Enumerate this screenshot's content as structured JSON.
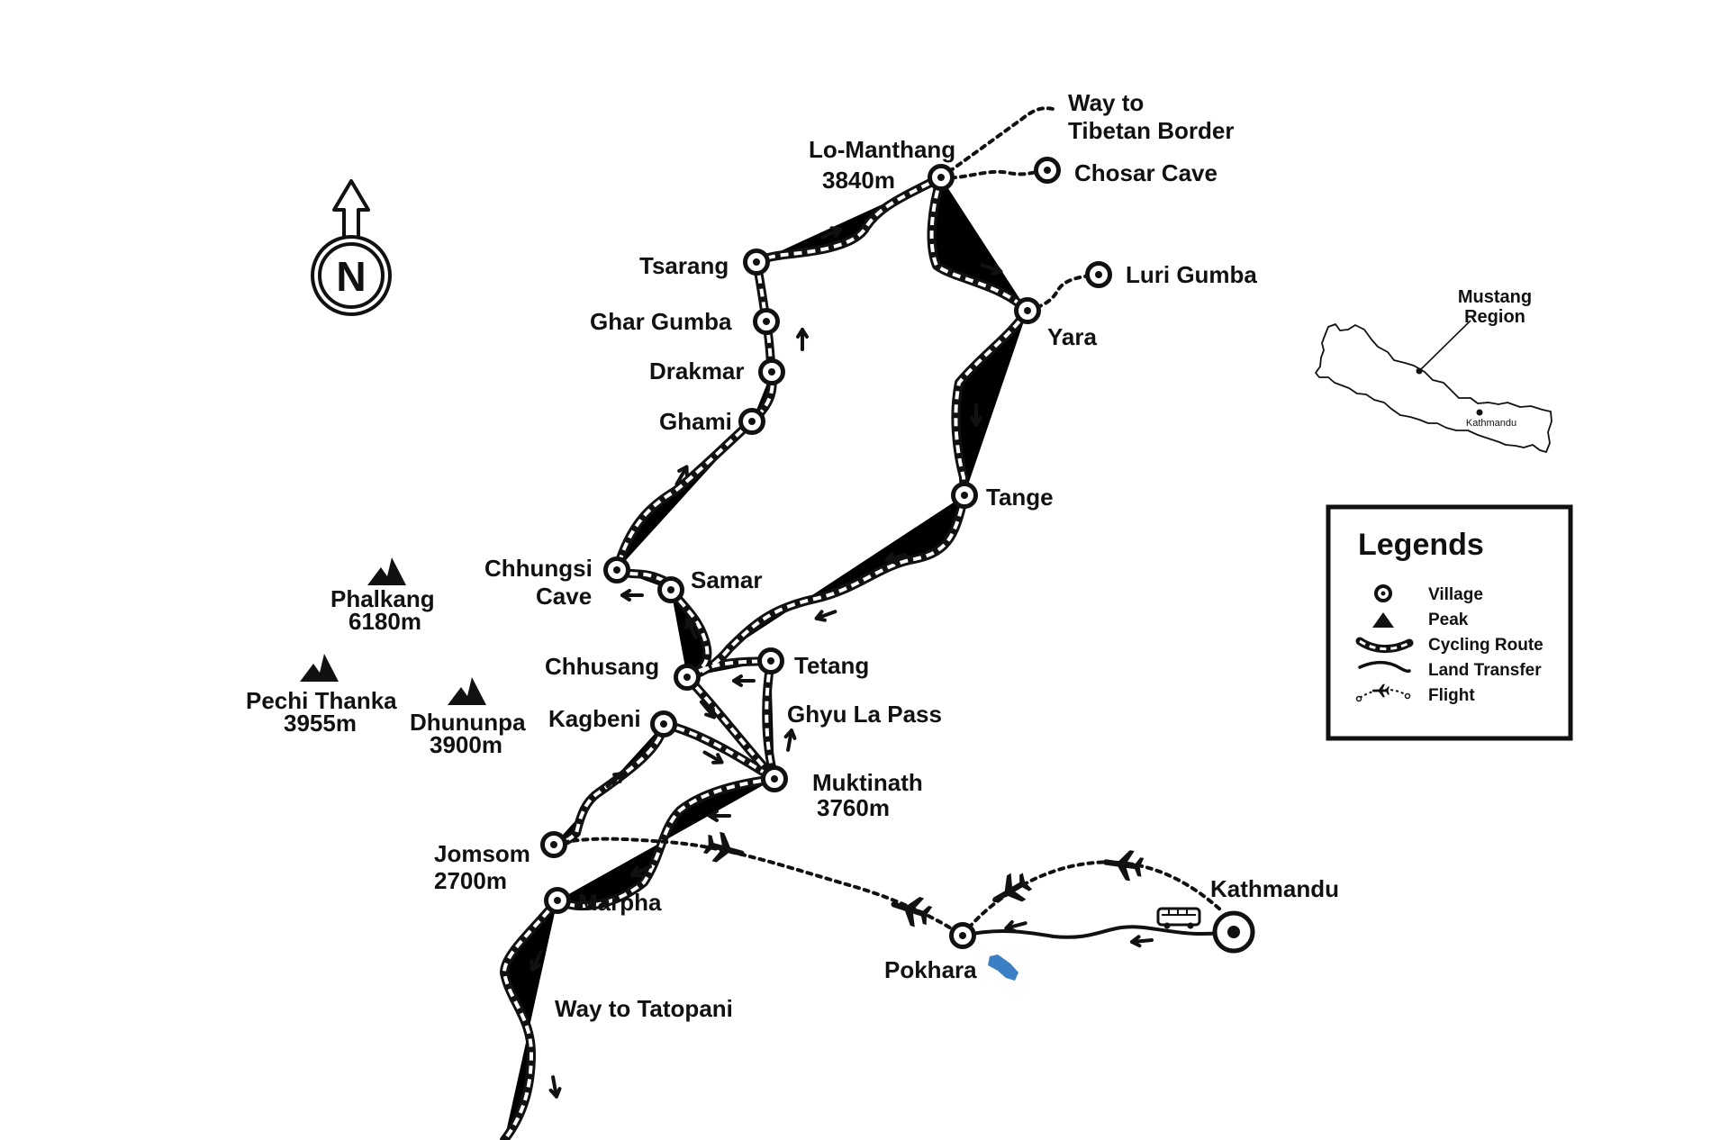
{
  "locations": {
    "lo_manthang": [
      "Lo-Manthang",
      "3840m"
    ],
    "way_tibet": [
      "Way to",
      "Tibetan Border"
    ],
    "chosar_cave": "Chosar Cave",
    "tsarang": "Tsarang",
    "luri_gumba": "Luri Gumba",
    "ghar_gumba": "Ghar Gumba",
    "yara": "Yara",
    "drakmar": "Drakmar",
    "ghami": "Ghami",
    "tange": "Tange",
    "chhungsi_cave": [
      "Chhungsi",
      "Cave"
    ],
    "samar": "Samar",
    "chhusang": "Chhusang",
    "tetang": "Tetang",
    "kagbeni": "Kagbeni",
    "ghyu_la_pass": "Ghyu La Pass",
    "muktinath": [
      "Muktinath",
      "3760m"
    ],
    "jomsom": [
      "Jomsom",
      "2700m"
    ],
    "marpha": "Marpha",
    "way_tatopani": "Way to Tatopani",
    "pokhara": "Pokhara",
    "kathmandu": "Kathmandu"
  },
  "peaks": {
    "phalkang": [
      "Phalkang",
      "6180m"
    ],
    "pechi_thanka": [
      "Pechi Thanka",
      "3955m"
    ],
    "dhununpa": [
      "Dhununpa",
      "3900m"
    ]
  },
  "compass": {
    "letter": "N"
  },
  "inset": {
    "region_label": [
      "Mustang",
      "Region"
    ],
    "capital_label": "Kathmandu"
  },
  "legend": {
    "title": "Legends",
    "items": [
      "Village",
      "Peak",
      "Cycling Route",
      "Land Transfer",
      "Flight"
    ]
  },
  "colors": {
    "lake": "#3b7fc4",
    "ink": "#111111"
  }
}
